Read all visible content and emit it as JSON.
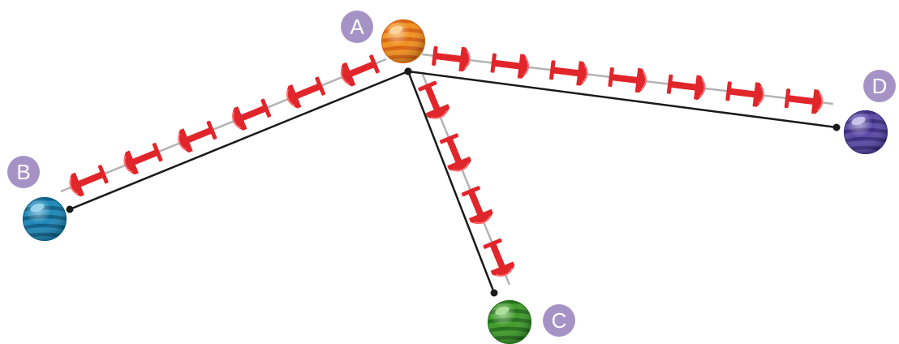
{
  "diagram": {
    "nodes": [
      {
        "id": "A",
        "label": "A",
        "color": "#f0901e",
        "stripe": "#d8620f",
        "highlight": "#ffd9a0"
      },
      {
        "id": "B",
        "label": "B",
        "color": "#1e88b8",
        "stripe": "#0d5f86",
        "highlight": "#9fdcf2"
      },
      {
        "id": "C",
        "label": "C",
        "color": "#3f9a2a",
        "stripe": "#23701a",
        "highlight": "#b6e6a1"
      },
      {
        "id": "D",
        "label": "D",
        "color": "#5a4aa6",
        "stripe": "#3a2c7f",
        "highlight": "#d4ccf2"
      }
    ],
    "edges": [
      {
        "from": "A",
        "to": "B",
        "segments": 6
      },
      {
        "from": "A",
        "to": "C",
        "segments": 4
      },
      {
        "from": "A",
        "to": "D",
        "segments": 7
      }
    ],
    "colors": {
      "badge": "#a593c6",
      "rail": "#b3b3b3",
      "line": "#1a1a1a",
      "piece": "#e1262b"
    }
  }
}
